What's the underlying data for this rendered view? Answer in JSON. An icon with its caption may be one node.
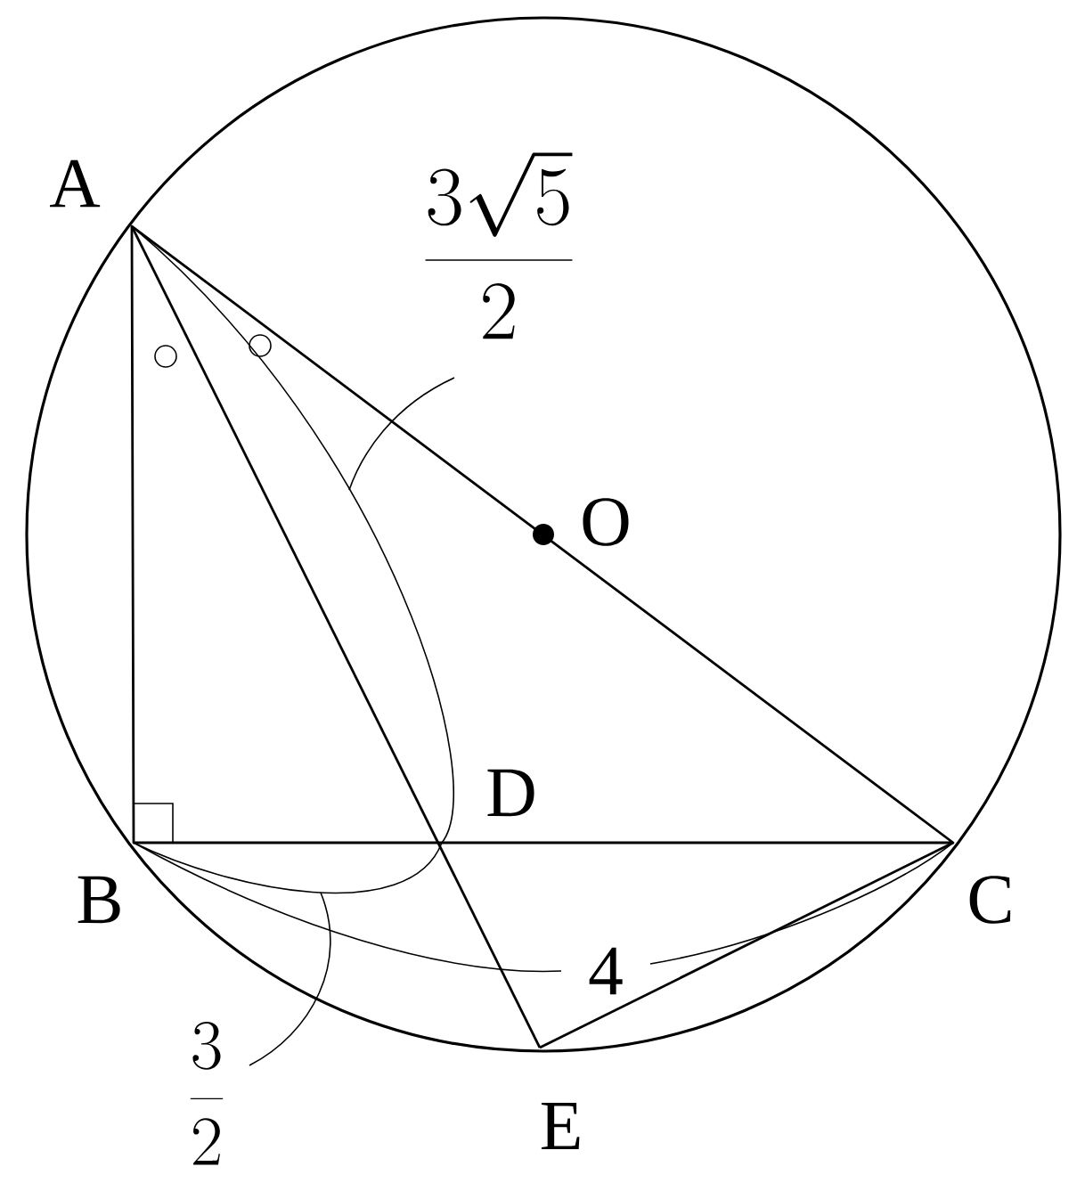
{
  "diagram": {
    "labels": [
      "A",
      "\\frac{3\\sqrt{5}}{2}",
      "O",
      "D",
      "B",
      "C",
      "4",
      "\\frac{3}{2}",
      "E"
    ]
  }
}
